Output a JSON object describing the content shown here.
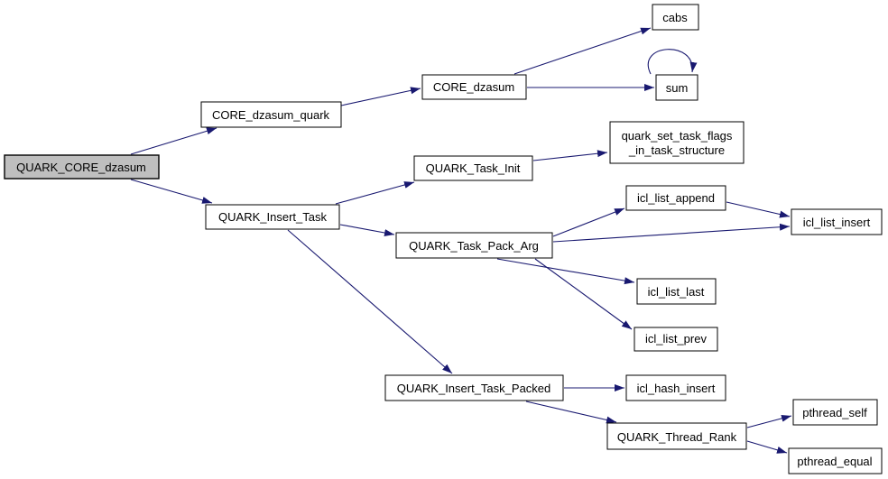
{
  "diagram": {
    "type": "call-graph",
    "root_function": "QUARK_CORE_dzasum",
    "colors": {
      "background": "#ffffff",
      "edge": "#191970",
      "node_border": "#000000",
      "node_fill": "#ffffff",
      "highlighted_node_fill": "#bfbfbf",
      "text": "#000000"
    },
    "nodes": [
      {
        "id": "QUARK_CORE_dzasum",
        "label": "QUARK_CORE_dzasum",
        "highlighted": true
      },
      {
        "id": "CORE_dzasum_quark",
        "label": "CORE_dzasum_quark",
        "highlighted": false
      },
      {
        "id": "CORE_dzasum",
        "label": "CORE_dzasum",
        "highlighted": false
      },
      {
        "id": "cabs",
        "label": "cabs",
        "highlighted": false
      },
      {
        "id": "sum",
        "label": "sum",
        "highlighted": false
      },
      {
        "id": "QUARK_Insert_Task",
        "label": "QUARK_Insert_Task",
        "highlighted": false
      },
      {
        "id": "QUARK_Task_Init",
        "label": "QUARK_Task_Init",
        "highlighted": false
      },
      {
        "id": "quark_set_task_flags_in_task_structure",
        "label_line1": "quark_set_task_flags",
        "label_line2": "_in_task_structure",
        "highlighted": false
      },
      {
        "id": "icl_list_append",
        "label": "icl_list_append",
        "highlighted": false
      },
      {
        "id": "icl_list_insert",
        "label": "icl_list_insert",
        "highlighted": false
      },
      {
        "id": "QUARK_Task_Pack_Arg",
        "label": "QUARK_Task_Pack_Arg",
        "highlighted": false
      },
      {
        "id": "icl_list_last",
        "label": "icl_list_last",
        "highlighted": false
      },
      {
        "id": "icl_list_prev",
        "label": "icl_list_prev",
        "highlighted": false
      },
      {
        "id": "QUARK_Insert_Task_Packed",
        "label": "QUARK_Insert_Task_Packed",
        "highlighted": false
      },
      {
        "id": "icl_hash_insert",
        "label": "icl_hash_insert",
        "highlighted": false
      },
      {
        "id": "QUARK_Thread_Rank",
        "label": "QUARK_Thread_Rank",
        "highlighted": false
      },
      {
        "id": "pthread_self",
        "label": "pthread_self",
        "highlighted": false
      },
      {
        "id": "pthread_equal",
        "label": "pthread_equal",
        "highlighted": false
      }
    ],
    "edges": [
      {
        "from": "QUARK_CORE_dzasum",
        "to": "CORE_dzasum_quark"
      },
      {
        "from": "QUARK_CORE_dzasum",
        "to": "QUARK_Insert_Task"
      },
      {
        "from": "CORE_dzasum_quark",
        "to": "CORE_dzasum"
      },
      {
        "from": "CORE_dzasum",
        "to": "cabs"
      },
      {
        "from": "CORE_dzasum",
        "to": "sum"
      },
      {
        "from": "sum",
        "to": "sum",
        "self_loop": true
      },
      {
        "from": "QUARK_Insert_Task",
        "to": "QUARK_Task_Init"
      },
      {
        "from": "QUARK_Insert_Task",
        "to": "QUARK_Task_Pack_Arg"
      },
      {
        "from": "QUARK_Insert_Task",
        "to": "QUARK_Insert_Task_Packed"
      },
      {
        "from": "QUARK_Task_Init",
        "to": "quark_set_task_flags_in_task_structure"
      },
      {
        "from": "QUARK_Task_Pack_Arg",
        "to": "icl_list_append"
      },
      {
        "from": "QUARK_Task_Pack_Arg",
        "to": "icl_list_insert"
      },
      {
        "from": "QUARK_Task_Pack_Arg",
        "to": "icl_list_last"
      },
      {
        "from": "QUARK_Task_Pack_Arg",
        "to": "icl_list_prev"
      },
      {
        "from": "icl_list_append",
        "to": "icl_list_insert"
      },
      {
        "from": "QUARK_Insert_Task_Packed",
        "to": "icl_hash_insert"
      },
      {
        "from": "QUARK_Insert_Task_Packed",
        "to": "QUARK_Thread_Rank"
      },
      {
        "from": "QUARK_Thread_Rank",
        "to": "pthread_self"
      },
      {
        "from": "QUARK_Thread_Rank",
        "to": "pthread_equal"
      }
    ]
  }
}
